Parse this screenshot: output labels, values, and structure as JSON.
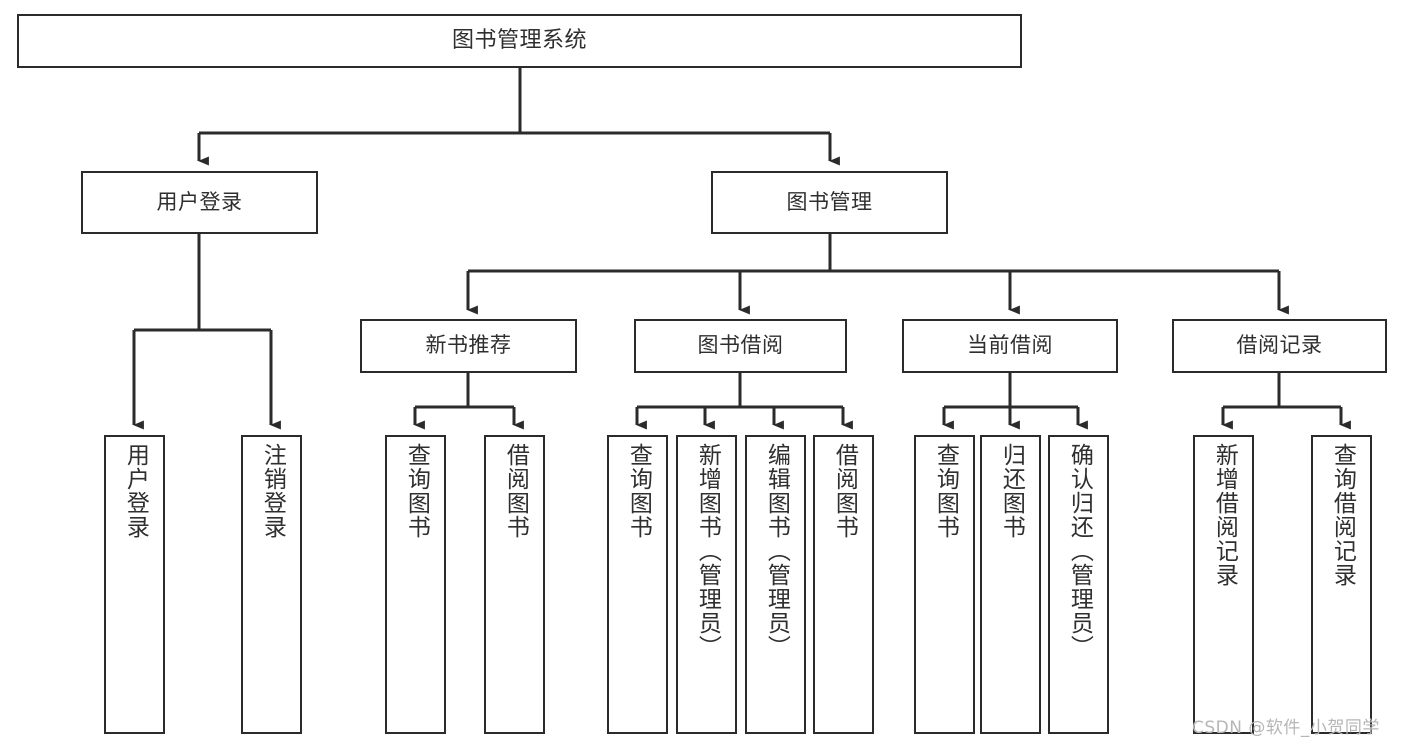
{
  "diagram": {
    "type": "tree-hierarchy-chart",
    "title": "图书管理系统",
    "watermark": "CSDN @软件_小贺同学",
    "colors": {
      "stroke": "#2b2b2b",
      "text": "#2f2f2f",
      "background": "#ffffff",
      "watermark": "#b6b6b6"
    },
    "root": {
      "label": "图书管理系统"
    },
    "level2": [
      {
        "label": "用户登录"
      },
      {
        "label": "图书管理"
      }
    ],
    "level3": [
      {
        "label": "新书推荐"
      },
      {
        "label": "图书借阅"
      },
      {
        "label": "当前借阅"
      },
      {
        "label": "借阅记录"
      }
    ],
    "leaves": {
      "user_login": [
        {
          "label": "用户登录"
        },
        {
          "label": "注销登录"
        }
      ],
      "new_book_recommend": [
        {
          "label": "查询图书"
        },
        {
          "label": "借阅图书"
        }
      ],
      "book_borrow": [
        {
          "label": "查询图书"
        },
        {
          "label": "新增图书（管理员）"
        },
        {
          "label": "编辑图书（管理员）"
        },
        {
          "label": "借阅图书"
        }
      ],
      "current_borrow": [
        {
          "label": "查询图书"
        },
        {
          "label": "归还图书"
        },
        {
          "label": "确认归还（管理员）"
        }
      ],
      "borrow_records": [
        {
          "label": "新增借阅记录"
        },
        {
          "label": "查询借阅记录"
        }
      ]
    }
  }
}
